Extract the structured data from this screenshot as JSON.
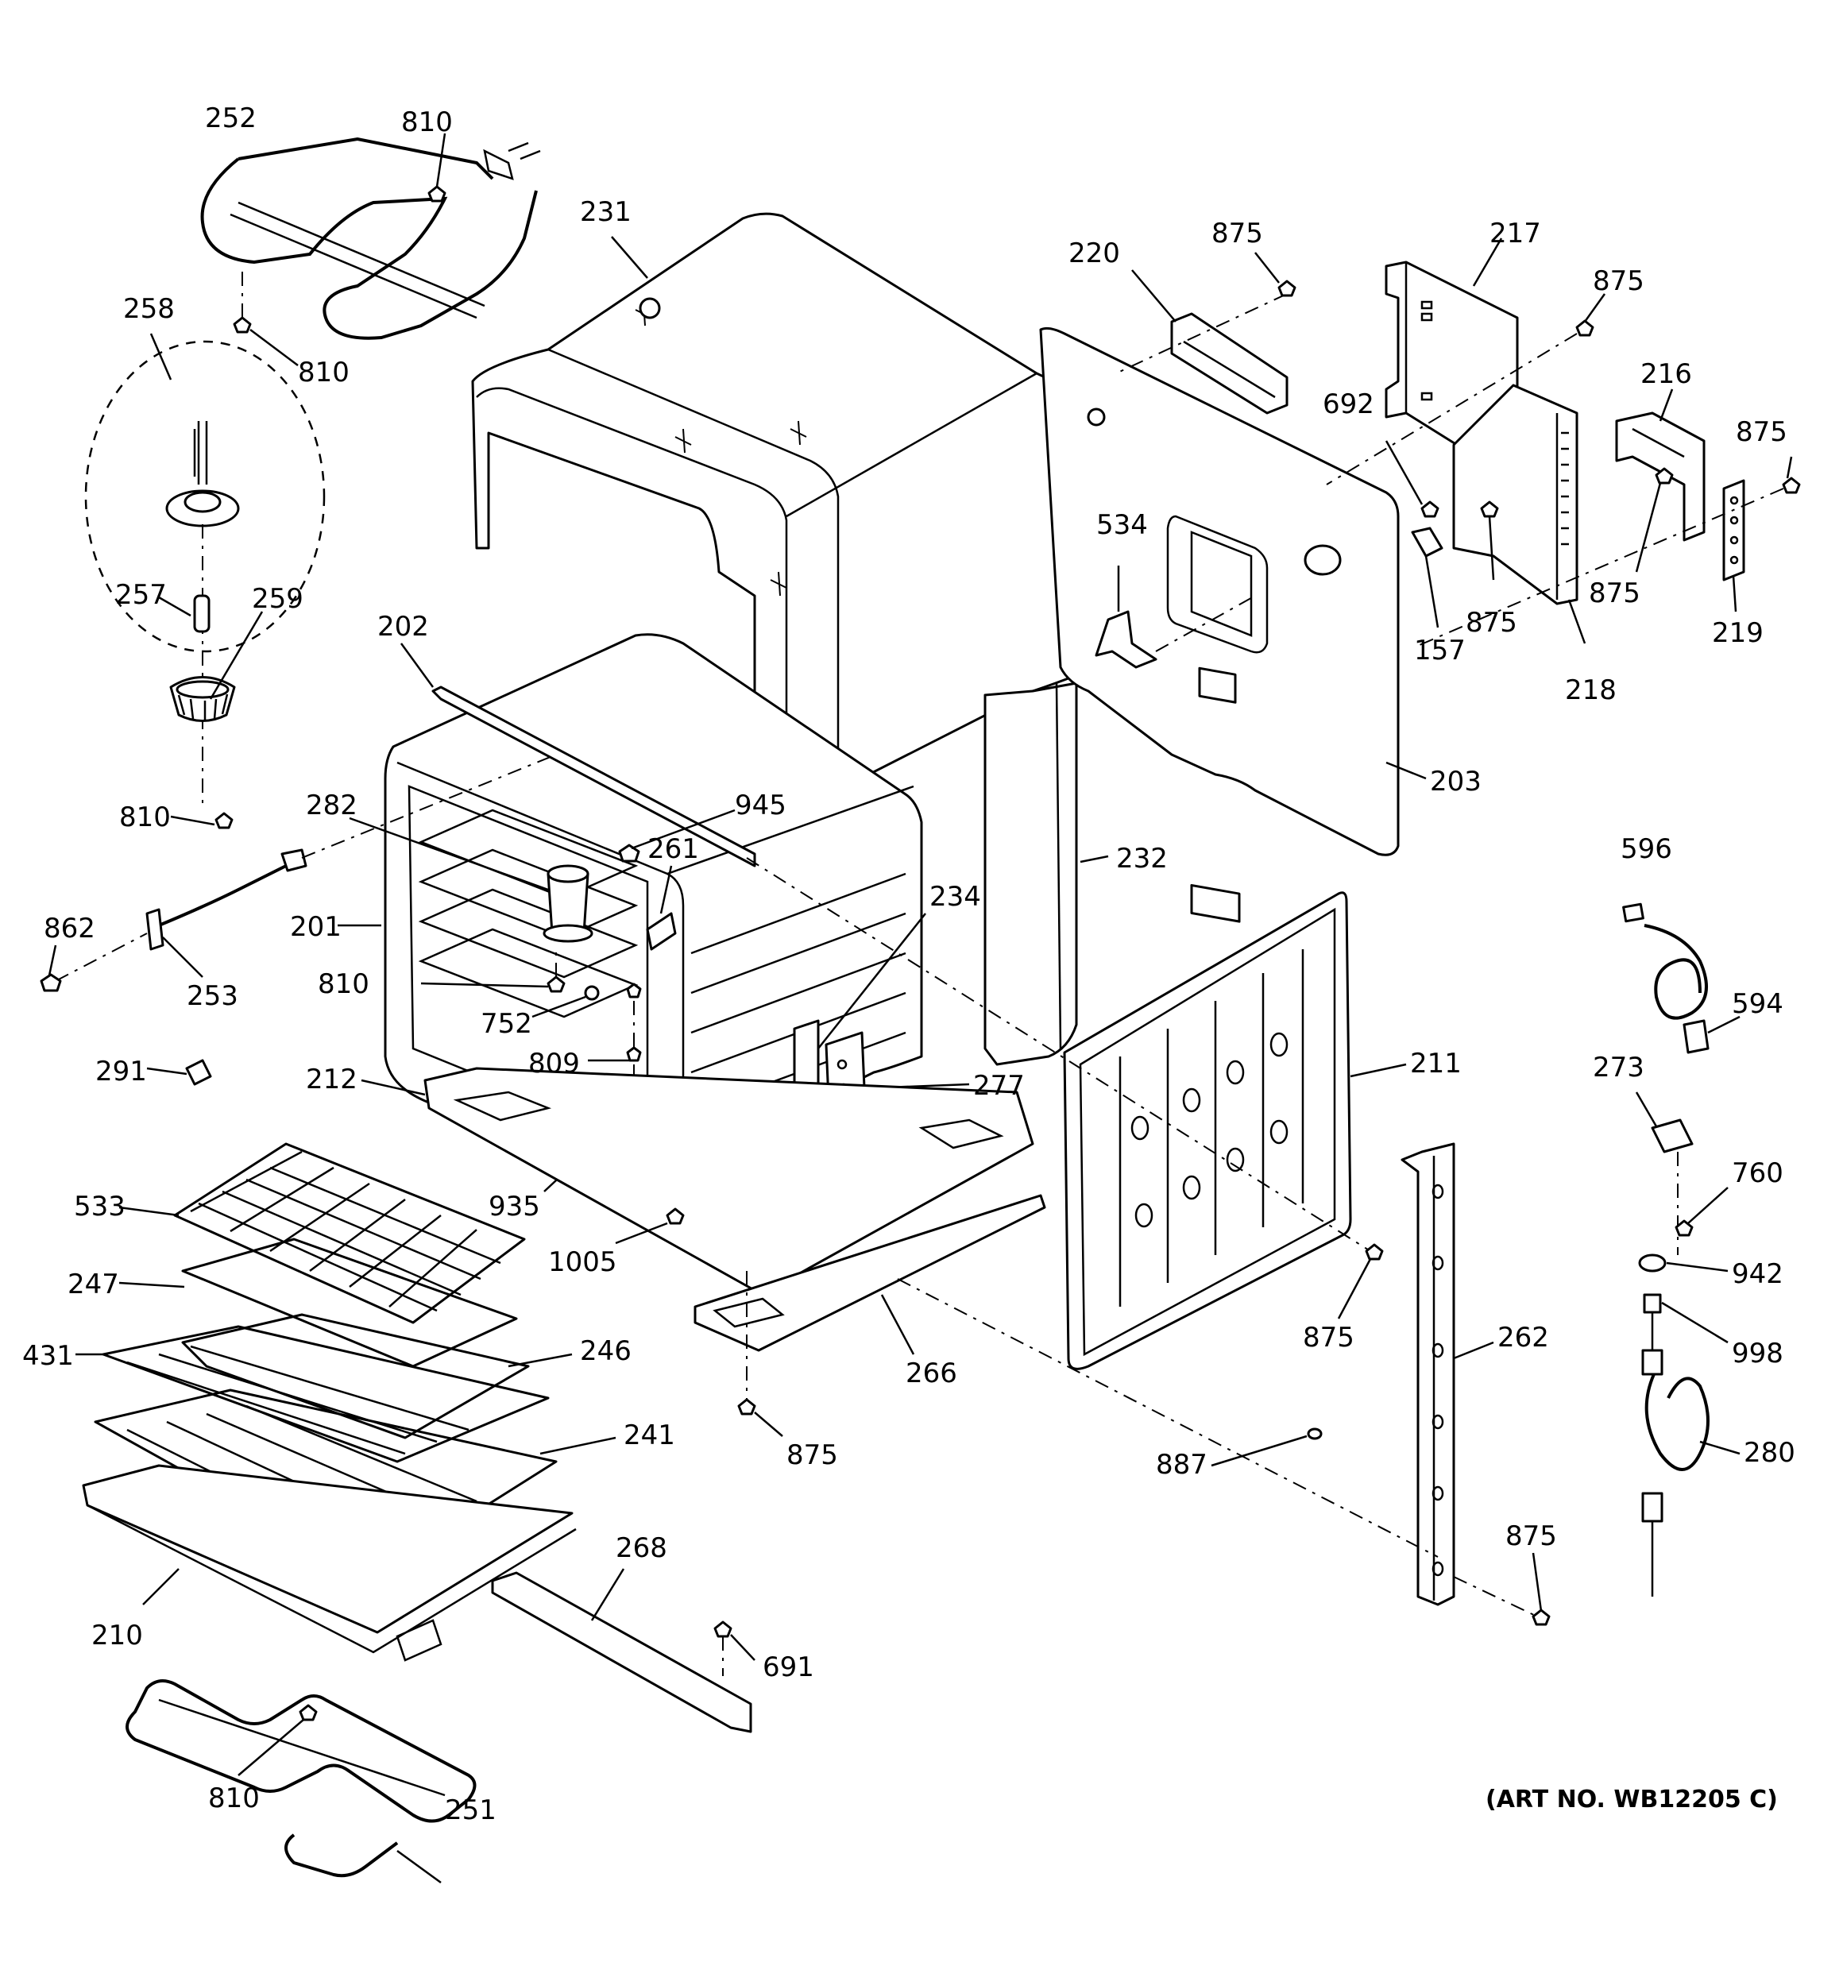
{
  "diagram": {
    "art_number": "(ART NO. WB12205 C)",
    "callouts": [
      {
        "id": "c-252",
        "text": "252"
      },
      {
        "id": "c-810-a",
        "text": "810"
      },
      {
        "id": "c-810-b",
        "text": "810"
      },
      {
        "id": "c-258",
        "text": "258"
      },
      {
        "id": "c-257",
        "text": "257"
      },
      {
        "id": "c-259",
        "text": "259"
      },
      {
        "id": "c-810-c",
        "text": "810"
      },
      {
        "id": "c-231",
        "text": "231"
      },
      {
        "id": "c-220",
        "text": "220"
      },
      {
        "id": "c-875-a",
        "text": "875"
      },
      {
        "id": "c-217",
        "text": "217"
      },
      {
        "id": "c-875-b",
        "text": "875"
      },
      {
        "id": "c-216",
        "text": "216"
      },
      {
        "id": "c-875-c",
        "text": "875"
      },
      {
        "id": "c-692",
        "text": "692"
      },
      {
        "id": "c-534",
        "text": "534"
      },
      {
        "id": "c-157",
        "text": "157"
      },
      {
        "id": "c-875-d",
        "text": "875"
      },
      {
        "id": "c-875-e",
        "text": "875"
      },
      {
        "id": "c-219",
        "text": "219"
      },
      {
        "id": "c-218",
        "text": "218"
      },
      {
        "id": "c-202",
        "text": "202"
      },
      {
        "id": "c-282",
        "text": "282"
      },
      {
        "id": "c-945",
        "text": "945"
      },
      {
        "id": "c-261",
        "text": "261"
      },
      {
        "id": "c-203",
        "text": "203"
      },
      {
        "id": "c-232",
        "text": "232"
      },
      {
        "id": "c-234",
        "text": "234"
      },
      {
        "id": "c-862",
        "text": "862"
      },
      {
        "id": "c-201",
        "text": "201"
      },
      {
        "id": "c-253",
        "text": "253"
      },
      {
        "id": "c-810-d",
        "text": "810"
      },
      {
        "id": "c-752",
        "text": "752"
      },
      {
        "id": "c-809",
        "text": "809"
      },
      {
        "id": "c-596",
        "text": "596"
      },
      {
        "id": "c-594",
        "text": "594"
      },
      {
        "id": "c-291",
        "text": "291"
      },
      {
        "id": "c-212",
        "text": "212"
      },
      {
        "id": "c-277",
        "text": "277"
      },
      {
        "id": "c-211",
        "text": "211"
      },
      {
        "id": "c-273",
        "text": "273"
      },
      {
        "id": "c-935",
        "text": "935"
      },
      {
        "id": "c-760",
        "text": "760"
      },
      {
        "id": "c-533",
        "text": "533"
      },
      {
        "id": "c-1005",
        "text": "1005"
      },
      {
        "id": "c-942",
        "text": "942"
      },
      {
        "id": "c-247",
        "text": "247"
      },
      {
        "id": "c-875-f",
        "text": "875"
      },
      {
        "id": "c-262",
        "text": "262"
      },
      {
        "id": "c-998",
        "text": "998"
      },
      {
        "id": "c-431",
        "text": "431"
      },
      {
        "id": "c-246",
        "text": "246"
      },
      {
        "id": "c-266",
        "text": "266"
      },
      {
        "id": "c-241",
        "text": "241"
      },
      {
        "id": "c-875-g",
        "text": "875"
      },
      {
        "id": "c-887",
        "text": "887"
      },
      {
        "id": "c-280",
        "text": "280"
      },
      {
        "id": "c-268",
        "text": "268"
      },
      {
        "id": "c-875-h",
        "text": "875"
      },
      {
        "id": "c-210",
        "text": "210"
      },
      {
        "id": "c-691",
        "text": "691"
      },
      {
        "id": "c-810-e",
        "text": "810"
      },
      {
        "id": "c-251",
        "text": "251"
      }
    ]
  }
}
